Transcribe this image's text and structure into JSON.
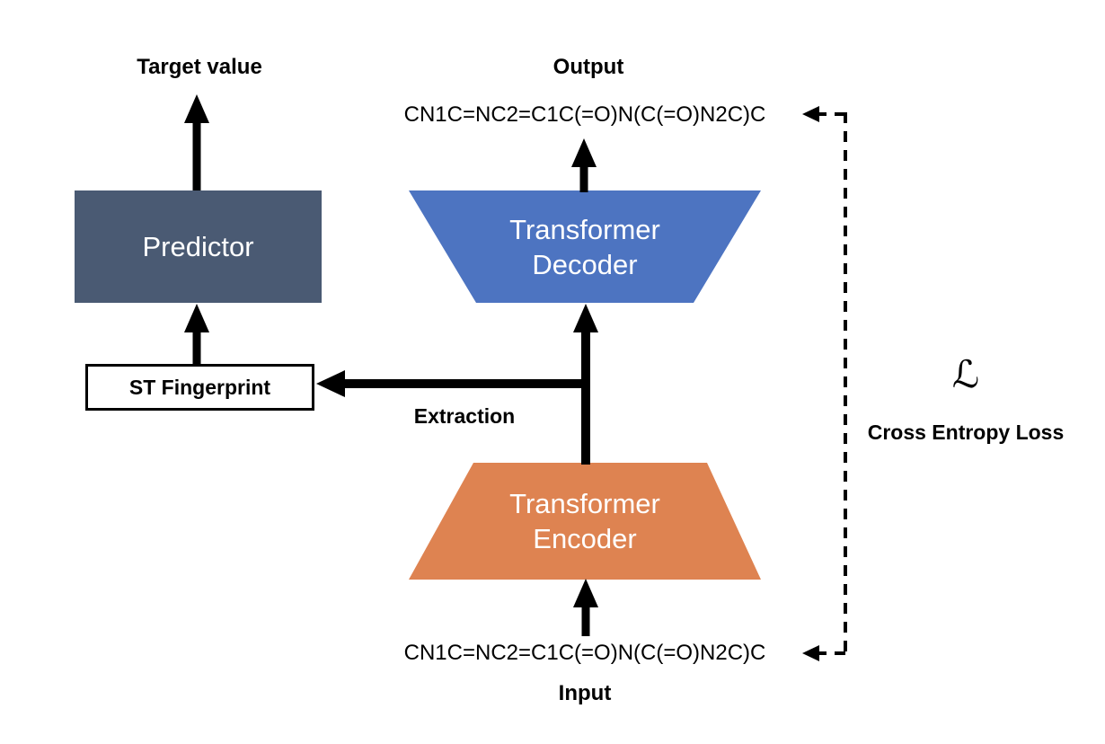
{
  "colors": {
    "background": "#ffffff",
    "predictor": "#4a5a73",
    "decoder": "#4d74c1",
    "encoder": "#de8351",
    "line": "#000000",
    "shape_text": "#ffffff",
    "text": "#000000"
  },
  "left_branch": {
    "target_value_label": "Target value",
    "predictor_label": "Predictor",
    "st_fingerprint_label": "ST Fingerprint",
    "extraction_label": "Extraction"
  },
  "center_branch": {
    "output_label": "Output",
    "output_smiles": "CN1C=NC2=C1C(=O)N(C(=O)N2C)C",
    "decoder": {
      "line1": "Transformer",
      "line2": "Decoder"
    },
    "encoder": {
      "line1": "Transformer",
      "line2": "Encoder"
    },
    "input_smiles": "CN1C=NC2=C1C(=O)N(C(=O)N2C)C",
    "input_label": "Input"
  },
  "loss": {
    "symbol": "ℒ",
    "label": "Cross Entropy Loss"
  }
}
